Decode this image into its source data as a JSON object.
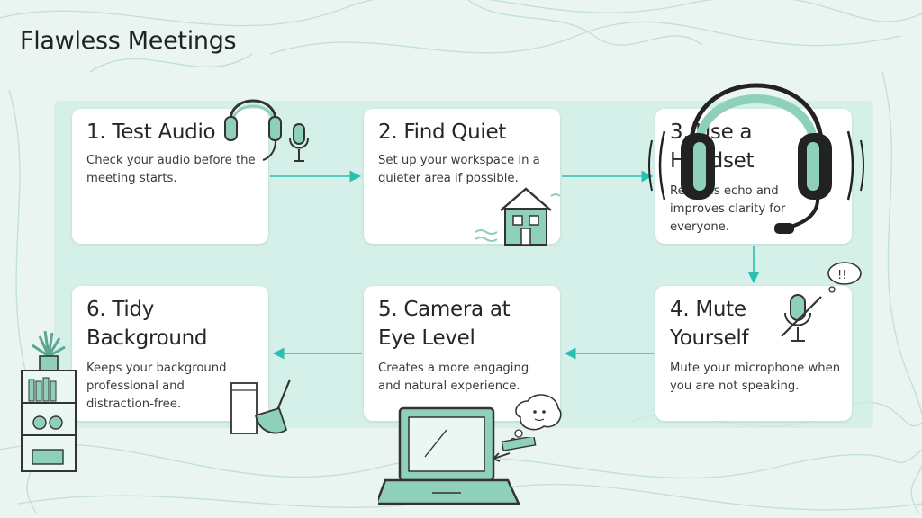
{
  "page": {
    "title": "Flawless Meetings"
  },
  "steps": [
    {
      "title": "1. Test Audio",
      "text": "Check your audio before the meeting starts."
    },
    {
      "title": "2. Find Quiet",
      "text": "Set up your workspace in a quieter area if possible."
    },
    {
      "title": "3. Use a Headset",
      "text": "Reduces echo and improves clarity for everyone."
    },
    {
      "title": "4. Mute Yourself",
      "text": "Mute your microphone when you are not speaking."
    },
    {
      "title": "5. Camera at Eye Level",
      "text": "Creates a more engaging and natural experience."
    },
    {
      "title": "6. Tidy Background",
      "text": "Keeps your background professional and distraction-free."
    }
  ],
  "icons": [
    "headphones-icon",
    "microphone-icon",
    "house-icon",
    "headset-icon",
    "muted-microphone-icon",
    "thought-bubble-icon",
    "laptop-icon",
    "ruler-icon",
    "plant-icon",
    "bookshelf-icon",
    "cup-icon",
    "dustpan-icon"
  ],
  "colors": {
    "accent": "#2bbfb0",
    "illustration": "#8fd0bd",
    "background": "#eaf5f1",
    "band": "#cdeee4"
  }
}
